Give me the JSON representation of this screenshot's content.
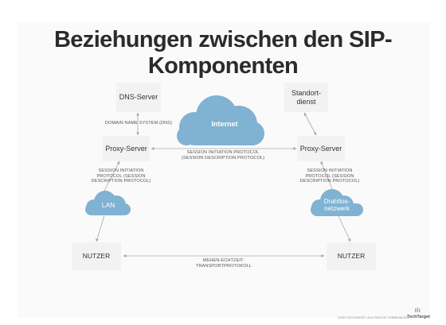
{
  "title": "Beziehungen zwischen den SIP-Komponenten",
  "nodes": {
    "dns_server": "DNS-Server",
    "standort_line1": "Standort-",
    "standort_line2": "dienst",
    "proxy_left": "Proxy-Server",
    "proxy_right": "Proxy-Server",
    "nutzer_left": "NUTZER",
    "nutzer_right": "NUTZER"
  },
  "clouds": {
    "internet": "Internet",
    "lan": "LAN",
    "wireless_line1": "Drahtlos-",
    "wireless_line2": "netzwerk"
  },
  "edge_labels": {
    "dns": "DOMAIN NAME SYSTEM (DNS)",
    "sip_top_1": "SESSION INITIATION PROTOCOL",
    "sip_top_2": "(SESSION DESCRIPTION PROTOCOL)",
    "sip_left_1": "SESSION INITIATION",
    "sip_left_2": "PROTOCOL (SESSION",
    "sip_left_3": "DESCRIPTION PROTOCOL)",
    "sip_right_1": "SESSION INITIATION",
    "sip_right_2": "PROTOCOL (SESSION",
    "sip_right_3": "DESCRIPTION PROTOCOL)",
    "rtp_1": "MEHEN-ECHTZEIT-",
    "rtp_2": "TRANSPORTPROTOKOLL"
  },
  "footer": {
    "copyright": "©2019 TECHTARGET. ALLE RECHTE VORBEHALTEN.",
    "brand": "TechTarget"
  },
  "colors": {
    "cloud": "#7fb2d3",
    "box": "#f2f2f2",
    "arrow": "#a8a8a8",
    "title": "#2b2b2b"
  }
}
